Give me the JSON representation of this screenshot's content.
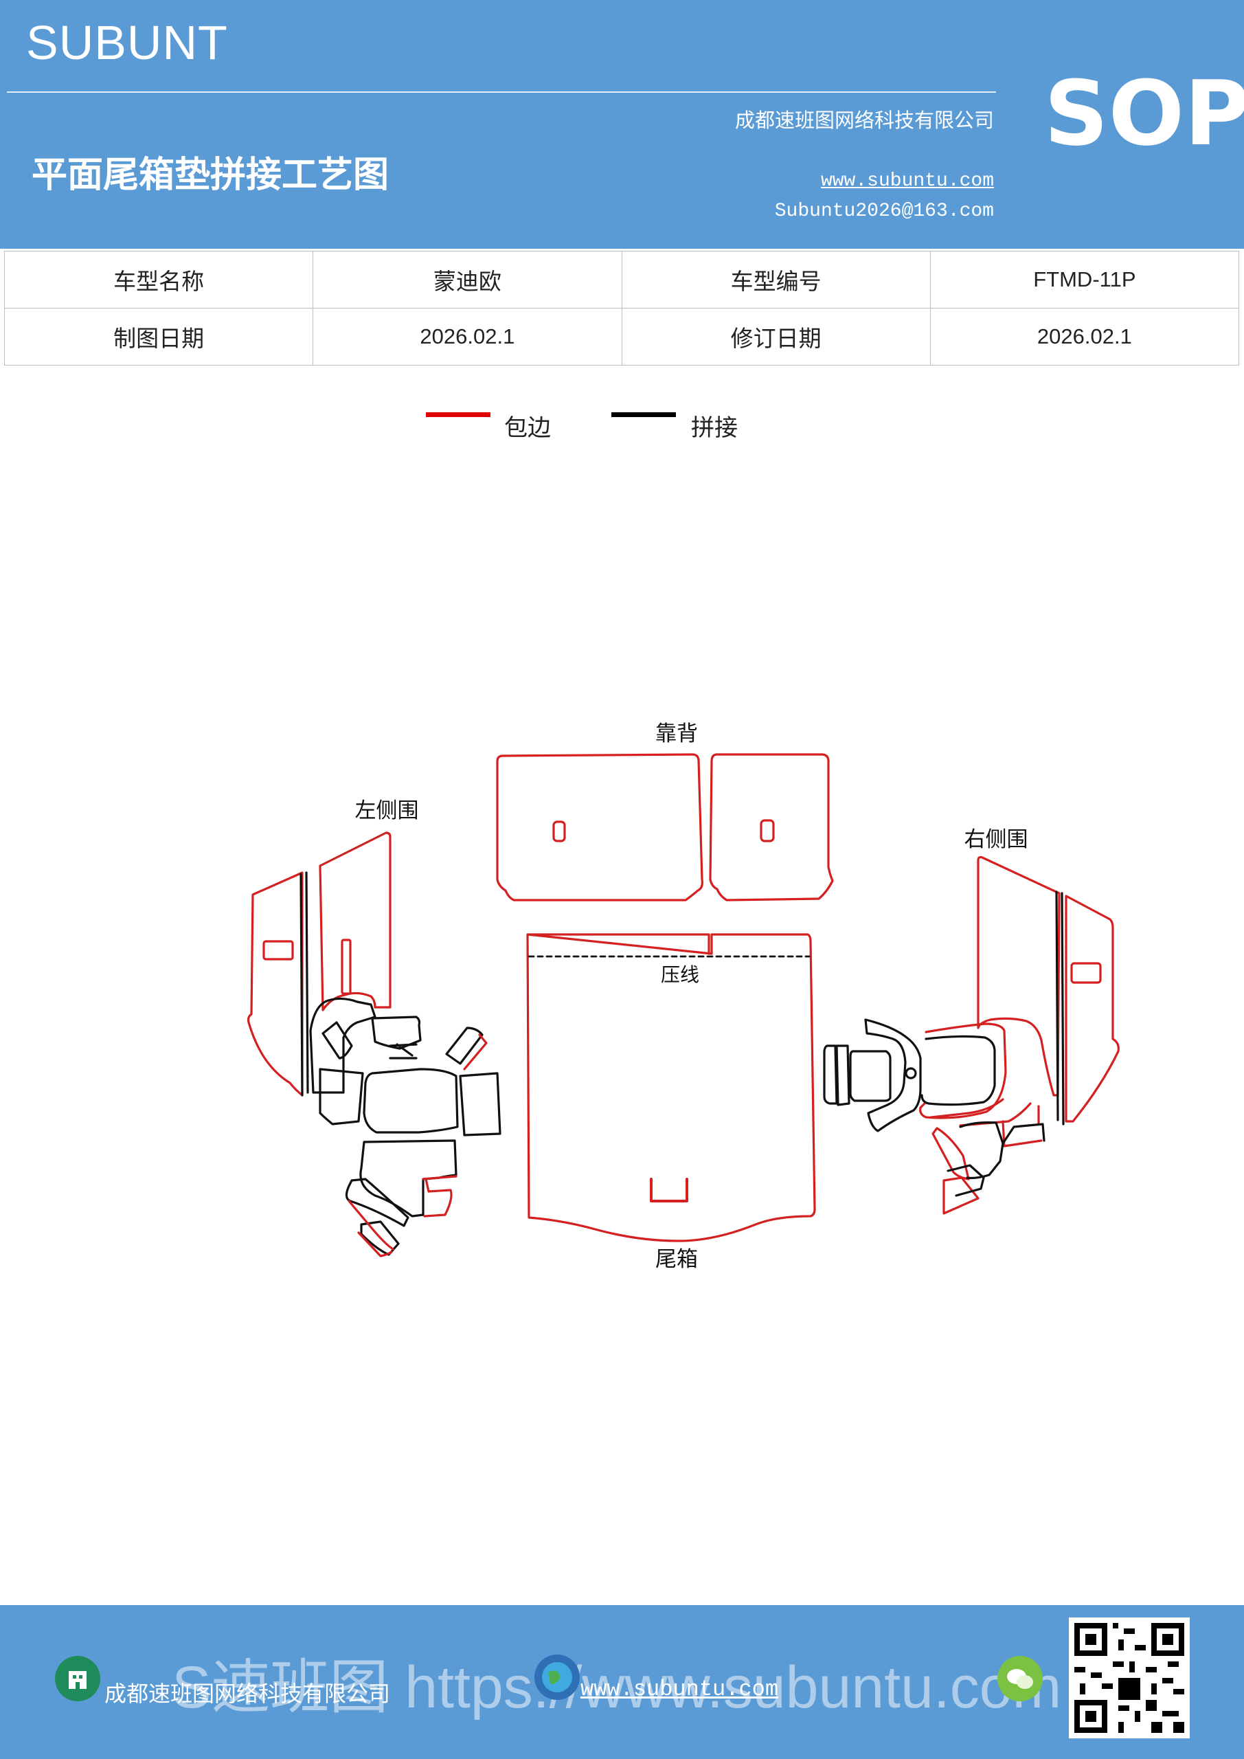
{
  "header": {
    "brand": "SUBUNT",
    "title": "平面尾箱垫拼接工艺图",
    "company": "成都速班图网络科技有限公司",
    "website": "www.subuntu.com",
    "email": "Subuntu2026@163.com",
    "badge": "SOP"
  },
  "info_table": {
    "rows": [
      {
        "label1": "车型名称",
        "value1": "蒙迪欧",
        "label2": "车型编号",
        "value2": "FTMD-11P"
      },
      {
        "label1": "制图日期",
        "value1": "2026.02.1",
        "label2": "修订日期",
        "value2": "2026.02.1"
      }
    ]
  },
  "legend": [
    {
      "label": "包边",
      "color": "#e00000"
    },
    {
      "label": "拼接",
      "color": "#000000"
    }
  ],
  "diagram": {
    "labels": {
      "backrest": "靠背",
      "left_side": "左侧围",
      "right_side": "右侧围",
      "crease": "压线",
      "trunk": "尾箱"
    },
    "colors": {
      "edge": "#d42020",
      "seam": "#111111"
    }
  },
  "footer": {
    "company": "成都速班图网络科技有限公司",
    "website": "www.subuntu.com",
    "watermark": "S速班图 https://www.subuntu.com"
  }
}
